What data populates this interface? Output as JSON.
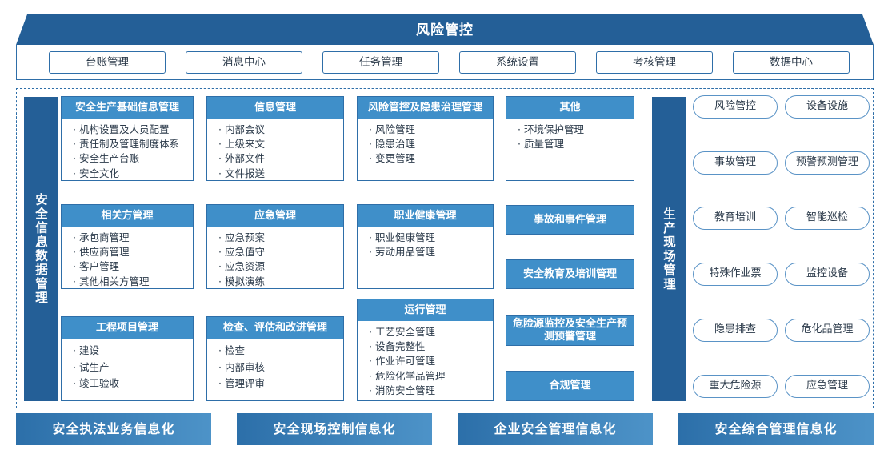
{
  "header": {
    "title": "风险管控"
  },
  "top_nav": [
    "台账管理",
    "消息中心",
    "任务管理",
    "系统设置",
    "考核管理",
    "数据中心"
  ],
  "left_panel": {
    "label": "安全信息数据管理"
  },
  "right_panel": {
    "label": "生产现场管理"
  },
  "modules": [
    {
      "title": "安全生产基础信息管理",
      "items": [
        "机构设置及人员配置",
        "责任制及管理制度体系",
        "安全生产台账",
        "安全文化"
      ]
    },
    {
      "title": "信息管理",
      "items": [
        "内部会议",
        "上级来文",
        "外部文件",
        "文件报送"
      ]
    },
    {
      "title": "风险管控及隐患治理管理",
      "items": [
        "风险管理",
        "隐患治理",
        "变更管理"
      ]
    },
    {
      "title": "其他",
      "items": [
        "环境保护管理",
        "质量管理"
      ]
    },
    {
      "title": "相关方管理",
      "items": [
        "承包商管理",
        "供应商管理",
        "客户管理",
        "其他相关方管理"
      ]
    },
    {
      "title": "应急管理",
      "items": [
        "应急预案",
        "应急值守",
        "应急资源",
        "模拟演练"
      ]
    },
    {
      "title": "职业健康管理",
      "items": [
        "职业健康管理",
        "劳动用品管理"
      ]
    },
    {
      "title": "工程项目管理",
      "items": [
        "建设",
        "试生产",
        "竣工验收"
      ]
    },
    {
      "title": "检查、评估和改进管理",
      "items": [
        "检查",
        "内部审核",
        "管理评审"
      ]
    },
    {
      "title": "运行管理",
      "items": [
        "工艺安全管理",
        "设备完整性",
        "作业许可管理",
        "危险化学品管理",
        "消防安全管理"
      ]
    }
  ],
  "solo_modules": [
    "事故和事件管理",
    "安全教育及培训管理",
    "危险源监控及安全生产预测预警管理",
    "合规管理"
  ],
  "field_items": [
    "风险管控",
    "设备设施",
    "事故管理",
    "预警预测管理",
    "教育培训",
    "智能巡检",
    "特殊作业票",
    "监控设备",
    "隐患排查",
    "危化品管理",
    "重大危险源",
    "应急管理"
  ],
  "bottom_buttons": [
    "安全执法业务信息化",
    "安全现场控制信息化",
    "企业安全管理信息化",
    "安全综合管理信息化"
  ],
  "colors": {
    "primary": "#245f97",
    "header_blue": "#3f8fc9",
    "border": "#2e6ea8"
  }
}
